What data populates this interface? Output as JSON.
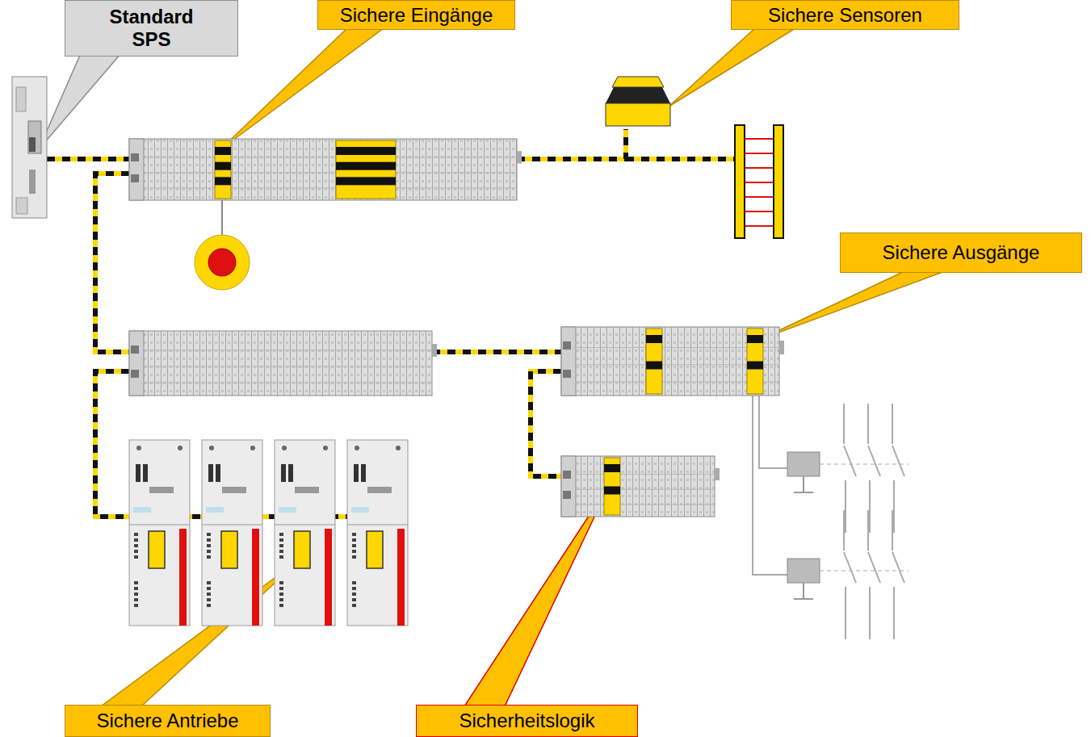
{
  "diagram": {
    "nodes": [
      {
        "text": [
          "Standard SPS"
        ]
      },
      {
        "text": [
          "Sichere Eingänge"
        ]
      },
      {
        "text": [
          "Sichere Sensoren"
        ]
      },
      {
        "text": [
          "Sichere Ausgänge"
        ]
      },
      {
        "text": [
          "Sichere Antriebe"
        ]
      },
      {
        "text": [
          "Sicherheitslogik"
        ]
      }
    ]
  }
}
